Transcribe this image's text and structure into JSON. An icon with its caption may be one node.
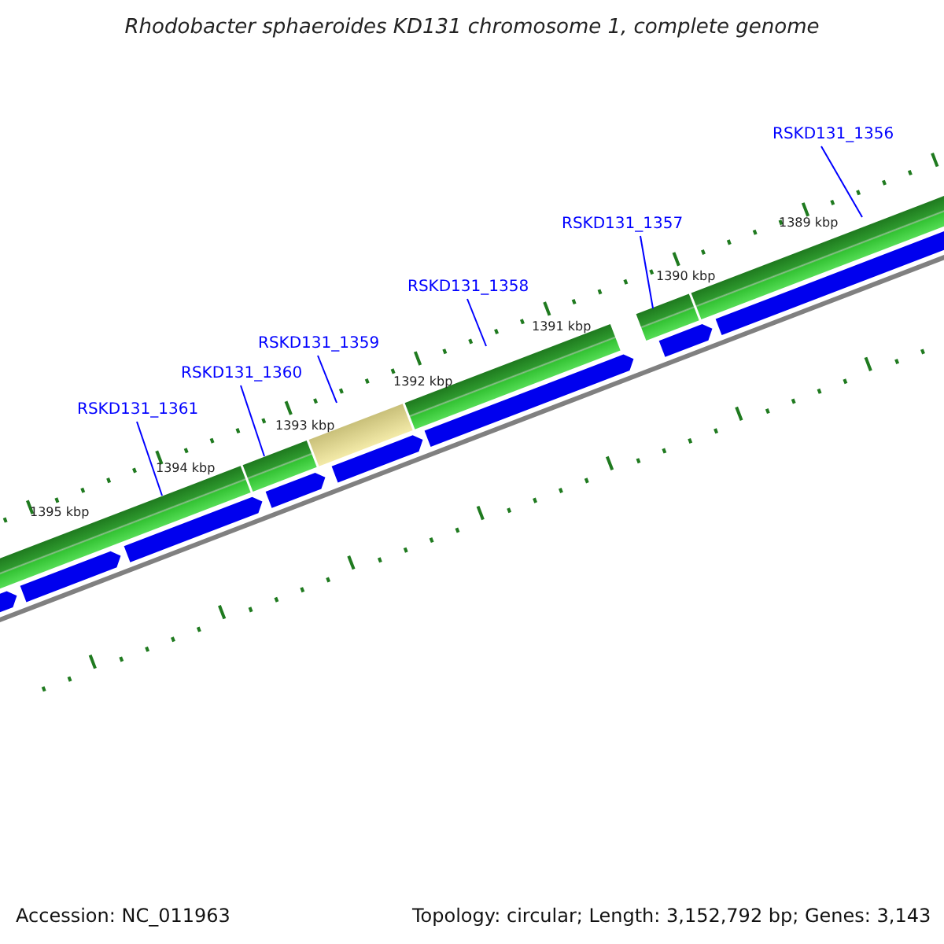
{
  "diagram": {
    "title": "Rhodobacter sphaeroides KD131 chromosome 1, complete genome",
    "nodes": [
      {
        "text": [
          "RSKD131_1356"
        ]
      },
      {
        "text": [
          "RSKD131_1357"
        ]
      },
      {
        "text": [
          "RSKD131_1358"
        ]
      },
      {
        "text": [
          "RSKD131_1359"
        ]
      },
      {
        "text": [
          "RSKD131_1360"
        ]
      },
      {
        "text": [
          "RSKD131_1361"
        ]
      }
    ],
    "edges": [
      {
        "from": 0,
        "to": null,
        "arrow": "none"
      },
      {
        "from": 1,
        "to": null,
        "arrow": "none"
      },
      {
        "from": 2,
        "to": null,
        "arrow": "none"
      },
      {
        "from": 3,
        "to": null,
        "arrow": "none"
      },
      {
        "from": 4,
        "to": null,
        "arrow": "none"
      },
      {
        "from": 5,
        "to": null,
        "arrow": "none"
      }
    ],
    "labels": [
      "1389 kbp",
      "1390 kbp",
      "1391 kbp",
      "1392 kbp",
      "1393 kbp",
      "1394 kbp",
      "1395 kbp",
      "Accession: NC_011963",
      "Topology: circular; Length: 3,152,792 bp; Genes: 3,143"
    ]
  }
}
